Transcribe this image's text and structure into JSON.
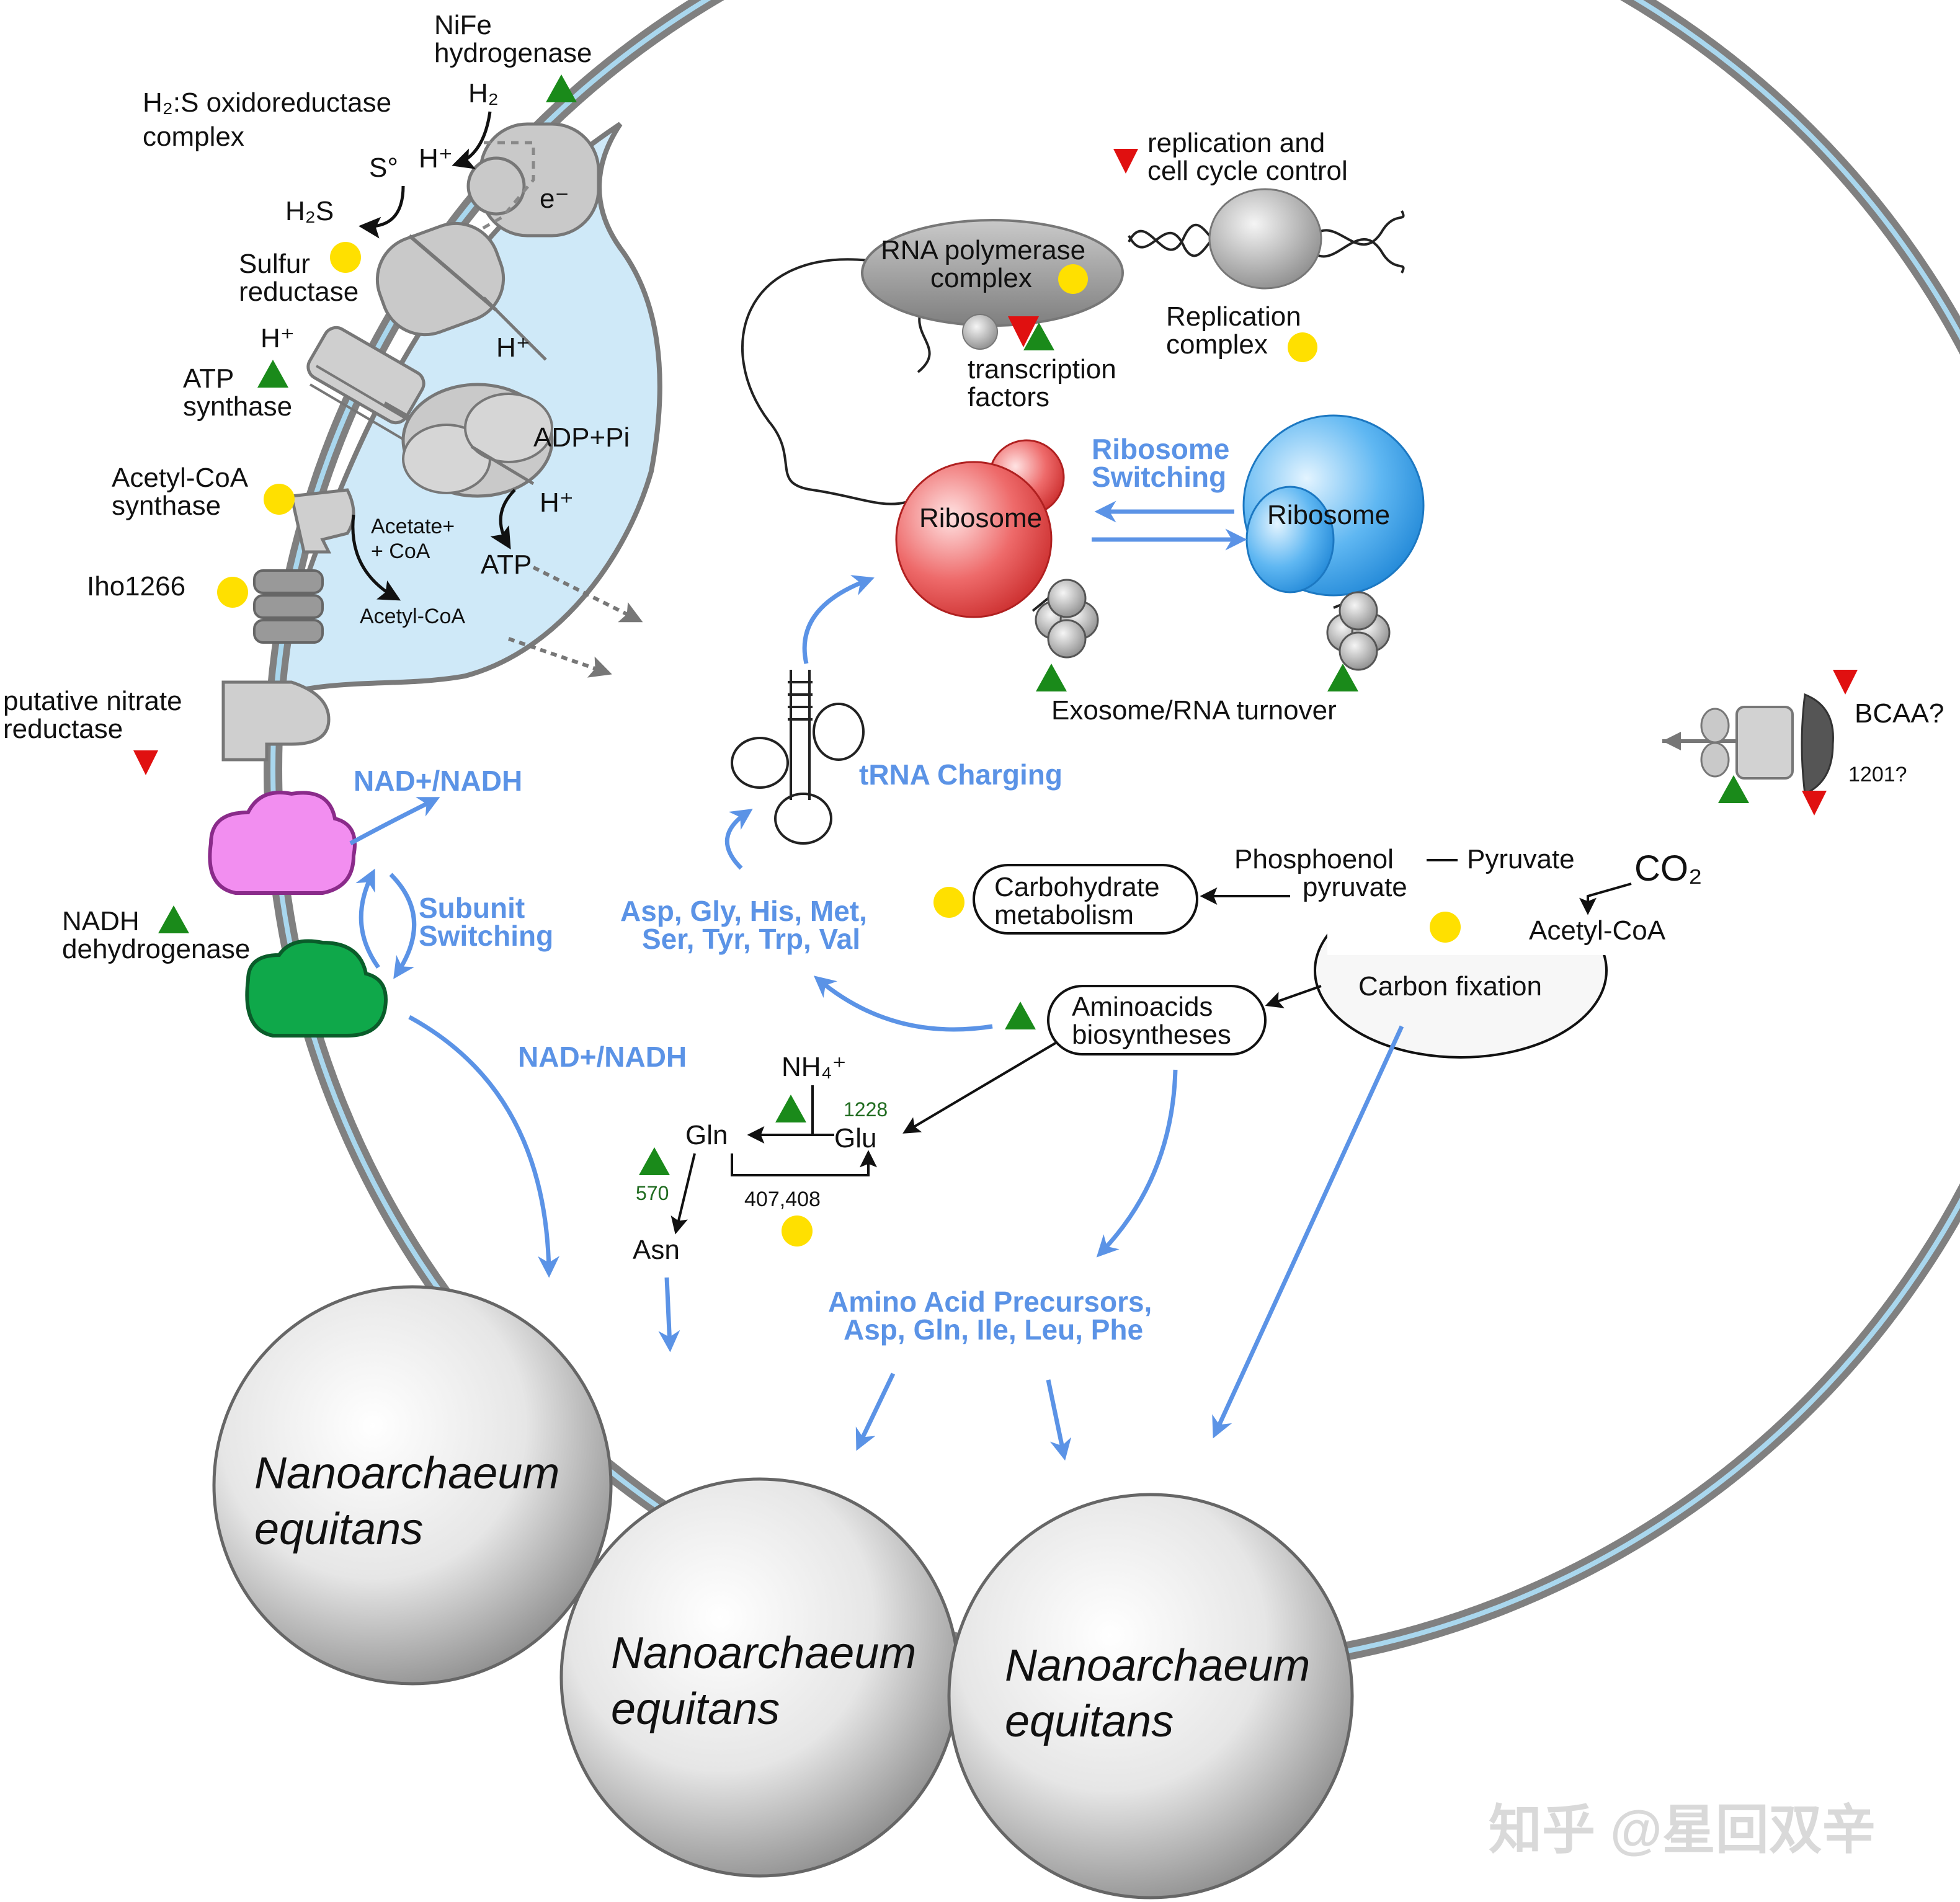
{
  "colors": {
    "membrane": "#808080",
    "membrane_inner": "#a9d7ee",
    "periplasm": "#cfe9f8",
    "blue_arrow": "#5b93e6",
    "up_triangle": "#1a8a1a",
    "down_triangle": "#e01010",
    "dot": "#ffe000",
    "nadh_pink": "#f28ef0",
    "nadh_green": "#0fa84a",
    "ribosome_red": "#e34b4b",
    "ribosome_blue": "#3aa5ec"
  },
  "labels": {
    "nife_hydrogenase": [
      "NiFe",
      "hydrogenase"
    ],
    "h2s_complex": [
      "H₂:S oxidoreductase",
      "complex"
    ],
    "h2": "H₂",
    "s0": "S°",
    "h_plus": "H⁺",
    "e_minus": "e⁻",
    "h2s": "H₂S",
    "sulfur_reductase": [
      "Sulfur",
      "reductase"
    ],
    "atp_synthase": [
      "ATP",
      "synthase"
    ],
    "adp_pi": "ADP+Pi",
    "acetyl_coa_synthase": [
      "Acetyl-CoA",
      "synthase"
    ],
    "acetate_coa": [
      "Acetate+",
      "+ CoA"
    ],
    "atp": "ATP",
    "acetyl_coa": "Acetyl-CoA",
    "iho1266": "Iho1266",
    "nitrate_reductase": [
      "putative nitrate",
      "reductase"
    ],
    "nad_nadh": "NAD+/NADH",
    "subunit_switching": [
      "Subunit",
      "Switching"
    ],
    "nadh_dehydrogenase": [
      "NADH",
      "dehydrogenase"
    ],
    "replication_control": [
      "replication and",
      "cell cycle control"
    ],
    "rna_polymerase": [
      "RNA polymerase",
      "complex"
    ],
    "replication_complex": [
      "Replication",
      "complex"
    ],
    "transcription_factors": [
      "transcription",
      "factors"
    ],
    "ribosome_switching": [
      "Ribosome",
      "Switching"
    ],
    "ribosome": "Ribosome",
    "exosome": "Exosome/RNA turnover",
    "trna_charging": "tRNA Charging",
    "bcaa": "BCAA?",
    "n1201": "1201?",
    "amino_list": [
      "Asp, Gly, His, Met,",
      "Ser, Tyr, Trp, Val"
    ],
    "carbohydrate": [
      "Carbohydrate",
      "metabolism"
    ],
    "pep": [
      "Phosphoenol",
      "pyruvate"
    ],
    "pyruvate": "Pyruvate",
    "co2": "CO₂",
    "carbon_fixation": "Carbon fixation",
    "aminoacids_bio": [
      "Aminoacids",
      "biosyntheses"
    ],
    "nh4": "NH₄⁺",
    "gln": "Gln",
    "glu": "Glu",
    "asn": "Asn",
    "n1228": "1228",
    "n570": "570",
    "n407": "407,408",
    "precursors": [
      "Amino Acid Precursors,",
      "Asp, Gln, Ile, Leu, Phe"
    ],
    "nanoarchaeum": [
      "Nanoarchaeum",
      "equitans"
    ],
    "watermark": "知乎 @星回双辛"
  }
}
